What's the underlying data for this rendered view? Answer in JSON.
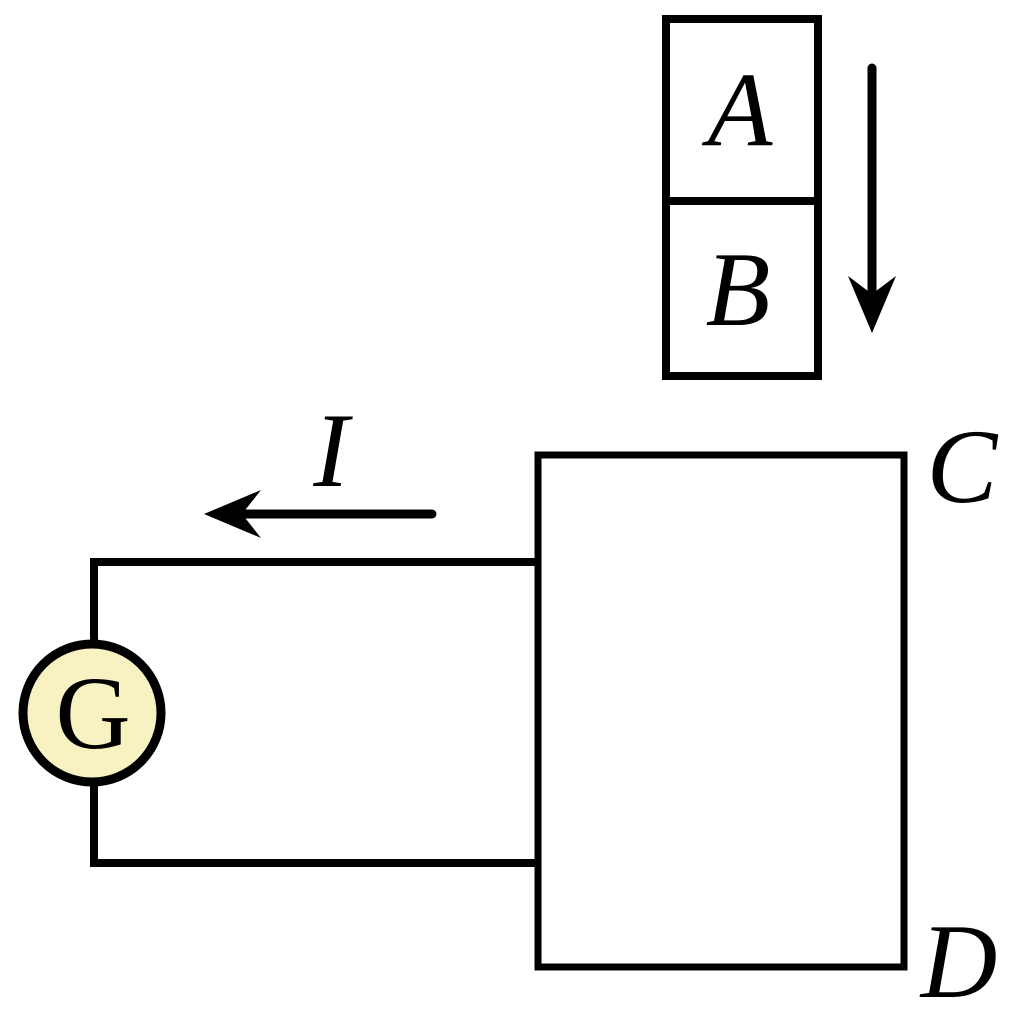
{
  "labels": {
    "magnet_top_pole": "A",
    "magnet_bottom_pole": "B",
    "coil_top_right_corner": "C",
    "coil_bottom_right_corner": "D",
    "galvanometer": "G",
    "current": "I"
  },
  "icons": {
    "magnet_motion": "down-arrow-icon",
    "current_direction": "left-arrow-icon"
  },
  "colors": {
    "line": "#000000",
    "text": "#000000",
    "galvanometer_fill": "#F8F2C3",
    "background": "#FFFFFF"
  }
}
